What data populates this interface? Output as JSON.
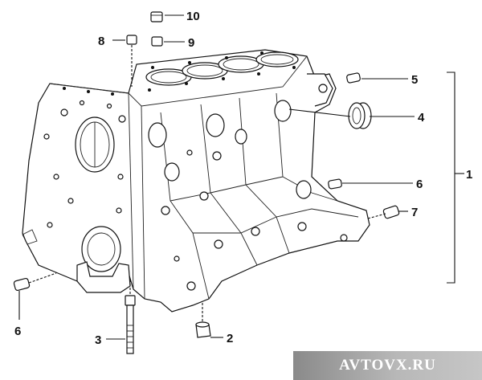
{
  "callouts": [
    {
      "id": "1",
      "label": "1"
    },
    {
      "id": "2",
      "label": "2"
    },
    {
      "id": "3",
      "label": "3"
    },
    {
      "id": "4",
      "label": "4"
    },
    {
      "id": "5",
      "label": "5"
    },
    {
      "id": "6a",
      "label": "6"
    },
    {
      "id": "6b",
      "label": "6"
    },
    {
      "id": "7",
      "label": "7"
    },
    {
      "id": "8",
      "label": "8"
    },
    {
      "id": "9",
      "label": "9"
    },
    {
      "id": "10",
      "label": "10"
    }
  ],
  "parts": {
    "engine_block": "engine-block",
    "bolt": "bolt",
    "seal_ring": "shaft-seal-ring",
    "dowel_sleeve": "dowel-sleeve",
    "plug": "sealing-plug"
  },
  "watermark": {
    "text": "AVTOVX.RU"
  }
}
